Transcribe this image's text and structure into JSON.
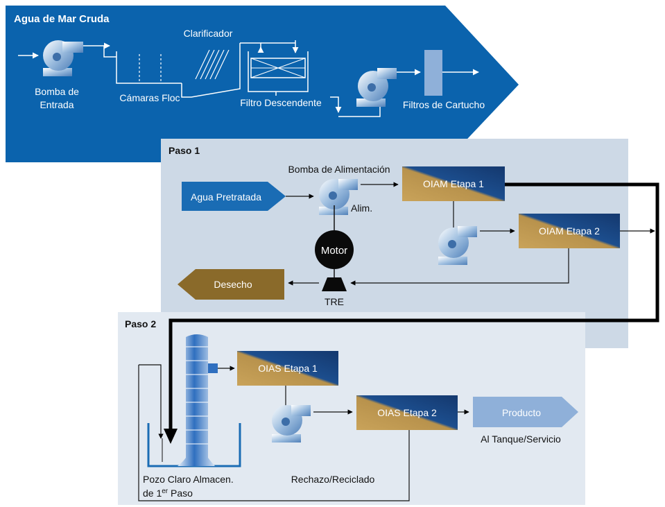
{
  "pretreatment": {
    "title": "Agua de Mar Cruda",
    "intake_pump_line1": "Bomba de",
    "intake_pump_line2": "Entrada",
    "floc_chambers": "Cámaras Floc",
    "clarifier": "Clarificador",
    "downflow_filter": "Filtro Descendente",
    "cartridge_filters": "Filtros de Cartucho"
  },
  "pass1": {
    "title": "Paso 1",
    "feed_pump": "Bomba de Alimentación",
    "feed_short": "Alim.",
    "pretreated_water": "Agua Pretratada",
    "motor": "Motor",
    "ert": "TRE",
    "waste": "Desecho",
    "stage1": "OIAM Etapa 1",
    "stage2": "OIAM Etapa 2"
  },
  "pass2": {
    "title": "Paso 2",
    "stage1": "OIAS Etapa 1",
    "stage2": "OIAS Etapa 2",
    "product": "Producto",
    "to_tank": "Al Tanque/Servicio",
    "reject_recycle": "Rechazo/Reciclado",
    "clearwell_line1": "Pozo Claro Almacen.",
    "clearwell_line2_pre": "de 1",
    "clearwell_line2_sup": "er",
    "clearwell_line2_post": " Paso"
  },
  "colors": {
    "seawater_blue": "#0b63ad",
    "pass1_panel": "#cdd9e6",
    "pass2_panel": "#e2e9f1",
    "waste_brown": "#8a6a2a",
    "product_blue": "#8fb0d9",
    "membrane_gold": "#c9a35a",
    "membrane_navy": "#14386e"
  }
}
